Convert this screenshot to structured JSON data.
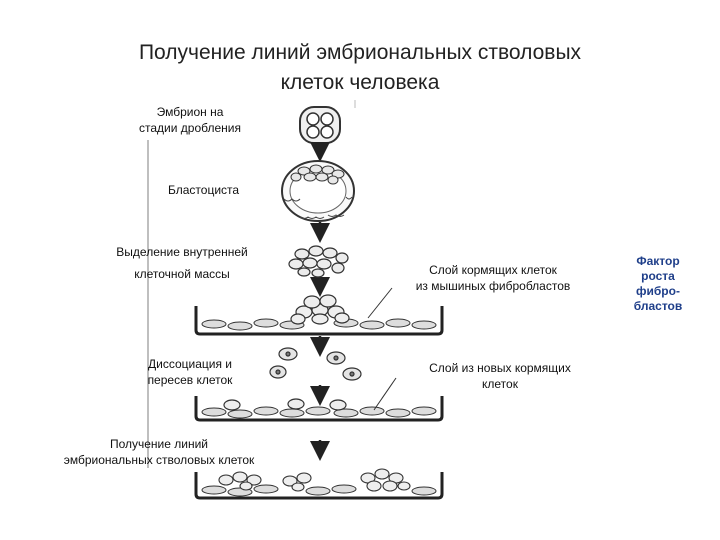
{
  "title": {
    "line1": "Получение линий эмбриональных стволовых",
    "line2": "клеток человека"
  },
  "steps": {
    "embryo": {
      "line1": "Эмбрион на",
      "line2": "стадии дробления"
    },
    "blastocyst": "Бластоциста",
    "inner_mass": {
      "line1": "Выделение внутренней",
      "line2": "клеточной массы"
    },
    "dissociation": {
      "line1": "Диссоциация и",
      "line2": "пересев клеток"
    },
    "lines": {
      "line1": "Получение линий",
      "line2": "эмбриональных стволовых клеток"
    }
  },
  "annotations": {
    "feeder_mouse": {
      "line1": "Слой кормящих клеток",
      "line2": "из мышиных фибробластов"
    },
    "feeder_new": {
      "line1": "Слой из новых кормящих",
      "line2": "клеток"
    }
  },
  "side_note": {
    "line1": "Фактор",
    "line2": "роста",
    "line3": "фибро-",
    "line4": "бластов",
    "color": "#1f3f8a"
  }
}
